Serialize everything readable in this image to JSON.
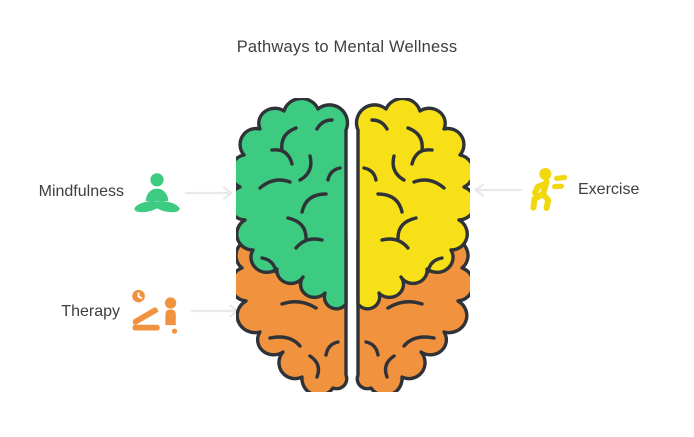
{
  "title": "Pathways to Mental Wellness",
  "nodes": [
    {
      "label": "Mindfulness",
      "icon": "meditating-person",
      "color": "#3DCB82",
      "position": "upper-left",
      "arrow_points": "right-toward-brain"
    },
    {
      "label": "Therapy",
      "icon": "therapy-couch-session",
      "color": "#F0923E",
      "position": "lower-left",
      "arrow_points": "right-toward-brain"
    },
    {
      "label": "Exercise",
      "icon": "running-person",
      "color": "#F1D70D",
      "position": "upper-right",
      "arrow_points": "left-toward-brain"
    }
  ],
  "brain": {
    "left_hemisphere_color": "#3DCB82",
    "right_hemisphere_color": "#F7E017",
    "lower_lobes_color": "#F0923E",
    "outline_color": "#2F3337"
  },
  "colors": {
    "background": "#FFFFFF",
    "text": "#3C4043",
    "arrow": "#E9E9E9"
  }
}
